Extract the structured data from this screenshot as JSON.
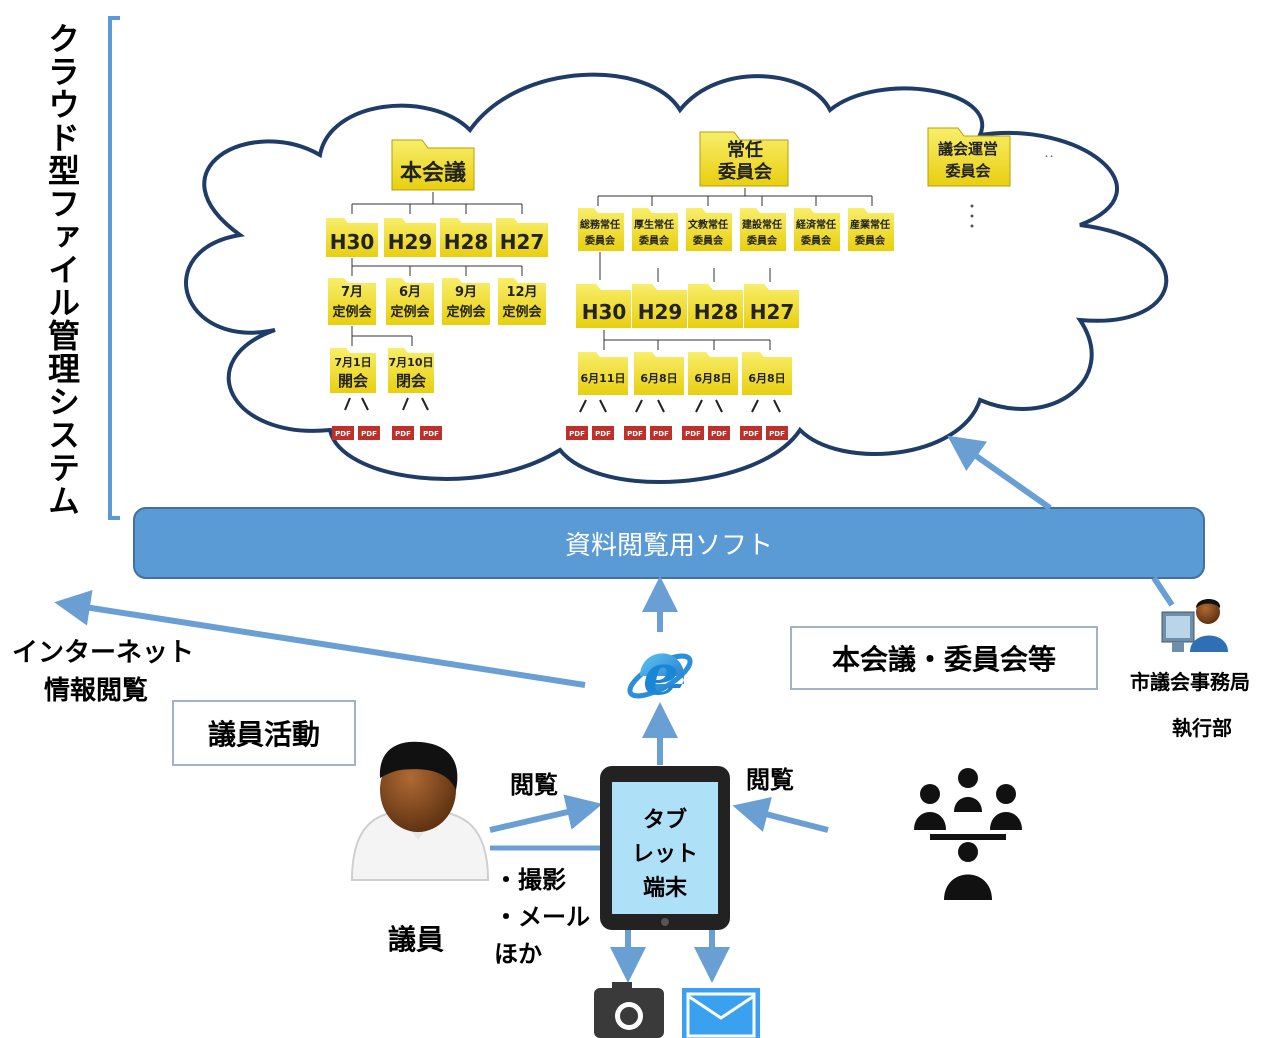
{
  "system_title": "クラウド型ファイル管理システム",
  "viewer_software": "資料閲覧用ソフト",
  "plenary_folder": {
    "label": "本会議",
    "years": [
      "H30",
      "H29",
      "H28",
      "H27"
    ],
    "sessions": [
      {
        "line1": "7月",
        "line2": "定例会"
      },
      {
        "line1": "6月",
        "line2": "定例会"
      },
      {
        "line1": "9月",
        "line2": "定例会"
      },
      {
        "line1": "12月",
        "line2": "定例会"
      }
    ],
    "days": [
      {
        "line1": "7月1日",
        "line2": "開会"
      },
      {
        "line1": "7月10日",
        "line2": "閉会"
      }
    ]
  },
  "standing_folder": {
    "line1": "常任",
    "line2": "委員会",
    "committees": [
      {
        "line1": "総務常任",
        "line2": "委員会"
      },
      {
        "line1": "厚生常任",
        "line2": "委員会"
      },
      {
        "line1": "文教常任",
        "line2": "委員会"
      },
      {
        "line1": "建設常任",
        "line2": "委員会"
      },
      {
        "line1": "経済常任",
        "line2": "委員会"
      },
      {
        "line1": "産業常任",
        "line2": "委員会"
      }
    ],
    "years": [
      "H30",
      "H29",
      "H28",
      "H27"
    ],
    "dates": [
      "6月11日",
      "6月8日",
      "6月8日",
      "6月8日"
    ]
  },
  "steering_folder": {
    "line1": "議会運営",
    "line2": "委員会"
  },
  "pdf_label": "PDF",
  "labels": {
    "internet": "インターネット",
    "internet2": "情報閲覧",
    "member_activity": "議員活動",
    "plenary_committee": "本会議・委員会等",
    "secretariat": "市議会事務局",
    "executive": "執行部",
    "view_left": "閲覧",
    "view_right": "閲覧",
    "photo": "・撮影",
    "mail": "・メール",
    "etc": "ほか",
    "member": "議員",
    "tablet_l1": "タブ",
    "tablet_l2": "レット",
    "tablet_l3": "端末"
  },
  "icons": [
    "browser-e-icon",
    "camera-icon",
    "mail-icon",
    "person-icon",
    "group-icon",
    "operator-icon",
    "folder-icon",
    "pdf-icon"
  ],
  "colors": {
    "band": "#5b9bd5",
    "arrow": "#6a9fd4",
    "cloud_stroke": "#1f3c66",
    "folder": "#f2e02b",
    "pdf": "#c0302a"
  }
}
